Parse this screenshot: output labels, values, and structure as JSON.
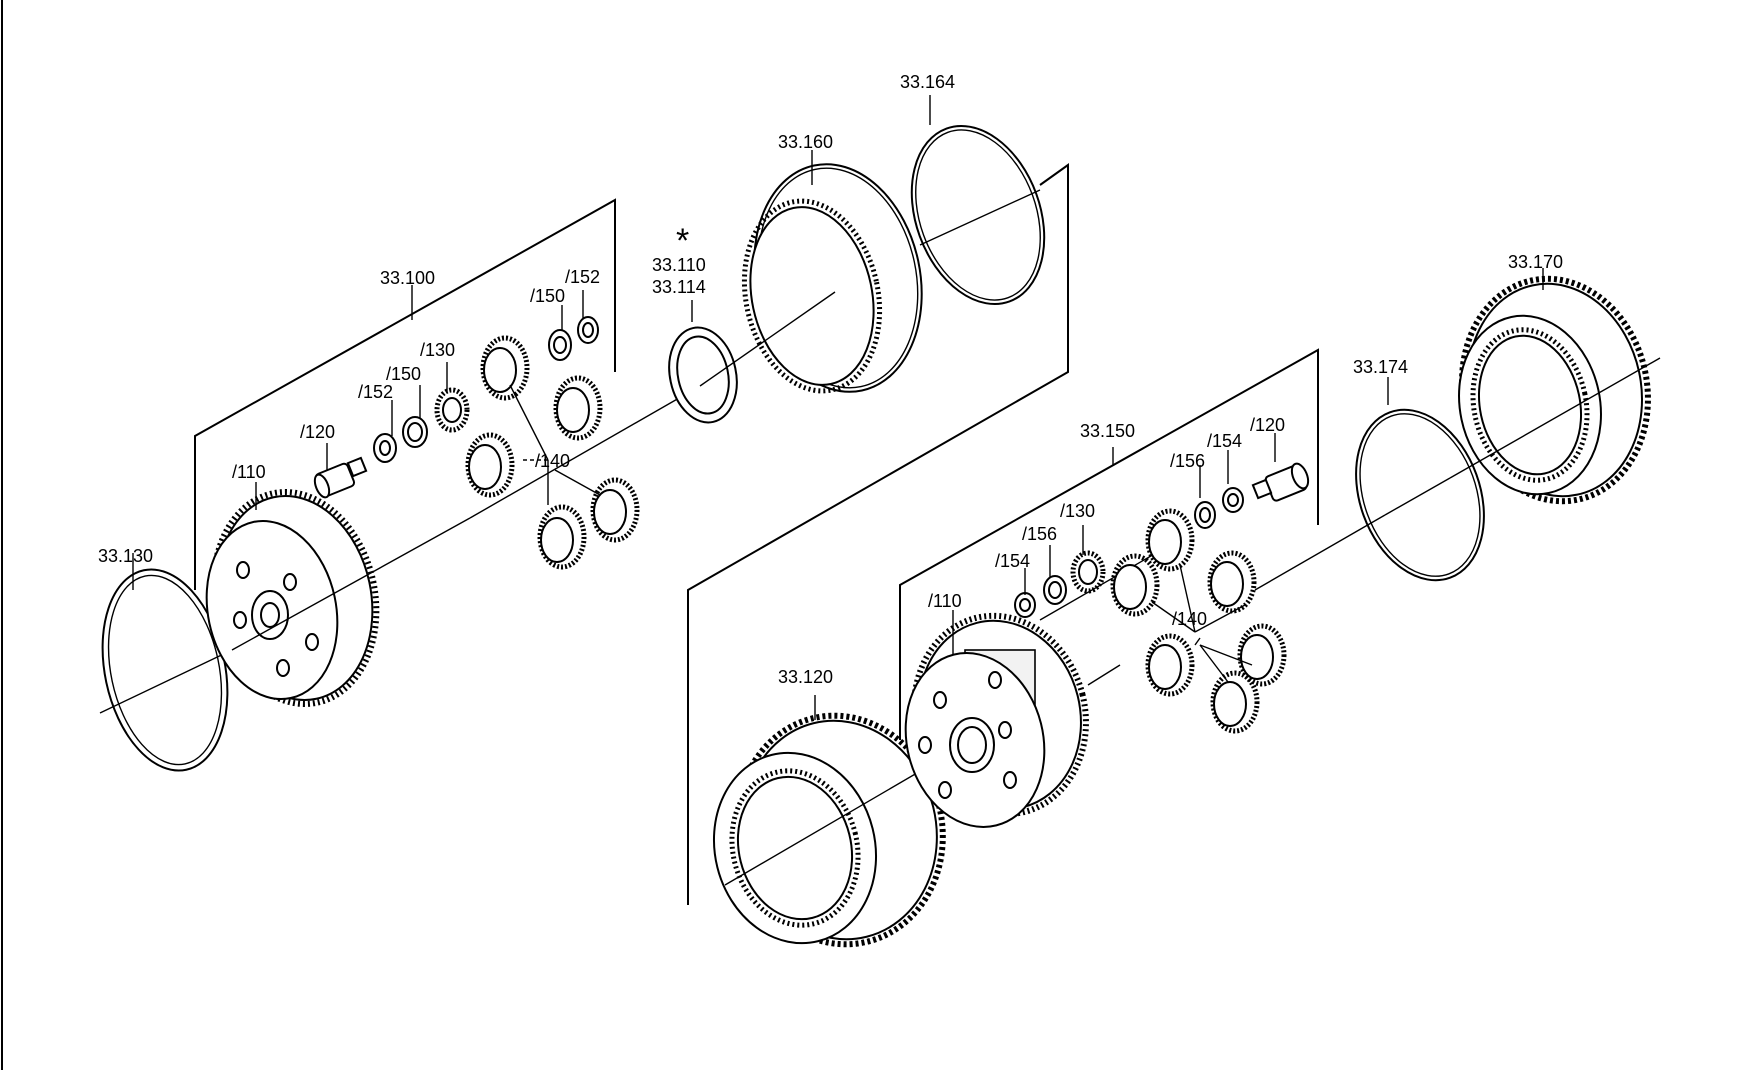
{
  "labels": {
    "l33_164": "33.164",
    "l33_160": "33.160",
    "l33_100": "33.100",
    "l152a": "/152",
    "l150a": "/150",
    "l33_110": "33.110",
    "l33_114": "33.114",
    "star": "*",
    "l152b": "/152",
    "l150b": "/150",
    "l130a": "/130",
    "l120a": "/120",
    "l110a": "/110",
    "l140a": "/140",
    "l33_130": "33.130",
    "l33_170": "33.170",
    "l33_174": "33.174",
    "l33_150": "33.150",
    "l156a": "/156",
    "l154a": "/154",
    "l120b": "/120",
    "l156b": "/156",
    "l130b": "/130",
    "l154b": "/154",
    "l110b": "/110",
    "l140b": "/140",
    "l33_120": "33.120"
  }
}
